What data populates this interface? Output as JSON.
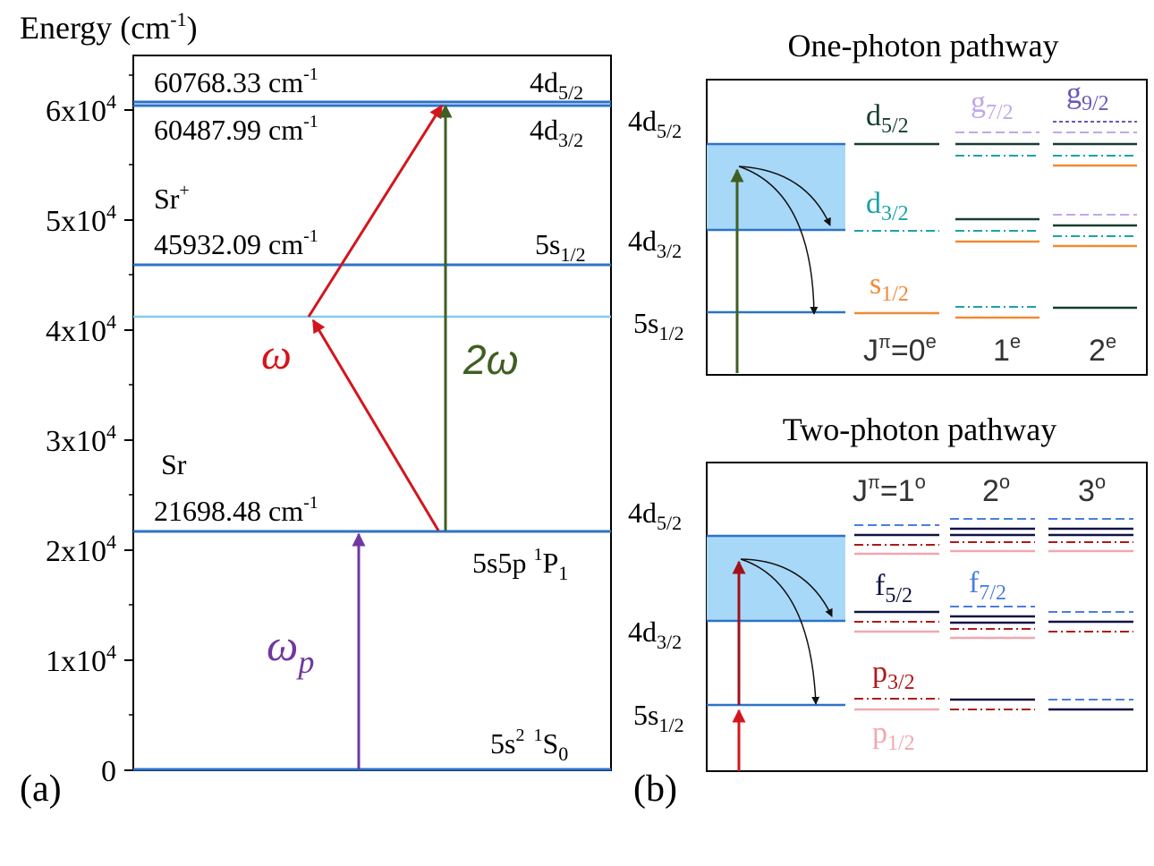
{
  "panel_a": {
    "axis_title": "Energy (cm",
    "axis_title_sup": "-1",
    "axis_title_close": ")",
    "tick_labels": [
      {
        "base": "0",
        "exp": ""
      },
      {
        "base": "1x10",
        "exp": "4"
      },
      {
        "base": "2x10",
        "exp": "4"
      },
      {
        "base": "3x10",
        "exp": "4"
      },
      {
        "base": "4x10",
        "exp": "4"
      },
      {
        "base": "5x10",
        "exp": "4"
      },
      {
        "base": "6x10",
        "exp": "4"
      }
    ],
    "label": "(a)",
    "levels": {
      "ion_4d52_value": "60768.33 cm",
      "ion_4d52_unit_sup": "-1",
      "ion_4d52_state": "4d",
      "ion_4d52_state_sub": "5/2",
      "ion_4d32_value": "60487.99 cm",
      "ion_4d32_unit_sup": "-1",
      "ion_4d32_state": "4d",
      "ion_4d32_state_sub": "3/2",
      "ion_label": "Sr",
      "ion_label_sup": "+",
      "ion_5s_value": "45932.09 cm",
      "ion_5s_unit_sup": "-1",
      "ion_5s_state": "5s",
      "ion_5s_state_sub": "1/2",
      "atom_label": "Sr",
      "atom_5p_value": "21698.48 cm",
      "atom_5p_unit_sup": "-1",
      "atom_5p_state": "5s5p ",
      "atom_5p_state_sup": "1",
      "atom_5p_state_main": "P",
      "atom_5p_state_sub": "1",
      "ground_state": "5s",
      "ground_state_sup": "2",
      "ground_state_sup2": "1",
      "ground_state_main": "S",
      "ground_state_sub": "0"
    },
    "photons": {
      "omega": "ω",
      "two_omega": "2ω",
      "omega_p": "ω",
      "omega_p_sub": "p"
    },
    "colors": {
      "level": "#2d73c9",
      "virtual_level": "#87c8ec",
      "omega_arrow": "#d4151c",
      "two_omega_arrow": "#3f5f22",
      "omega_p_arrow": "#7038a0"
    }
  },
  "panel_b": {
    "label": "(b)",
    "one_photon": {
      "title": "One-photon pathway",
      "left_4d52": "4d",
      "left_4d52_sub": "5/2",
      "left_4d32": "4d",
      "left_4d32_sub": "3/2",
      "left_5s": "5s",
      "left_5s_sub": "1/2",
      "d52": "d",
      "d52_sub": "5/2",
      "g72": "g",
      "g72_sub": "7/2",
      "g92": "g",
      "g92_sub": "9/2",
      "d32": "d",
      "d32_sub": "3/2",
      "s12": "s",
      "s12_sub": "1/2",
      "j0": "J",
      "j0_sup": "π",
      "j0_rest": "=0",
      "j0_parity": "e",
      "j1": "1",
      "j1_parity": "e",
      "j2": "2",
      "j2_parity": "e"
    },
    "two_photon": {
      "title": "Two-photon pathway",
      "left_4d52": "4d",
      "left_4d52_sub": "5/2",
      "left_4d32": "4d",
      "left_4d32_sub": "3/2",
      "left_5s": "5s",
      "left_5s_sub": "1/2",
      "j1": "J",
      "j1_sup": "π",
      "j1_rest": "=1",
      "j1_parity": "o",
      "j2": "2",
      "j2_parity": "o",
      "j3": "3",
      "j3_parity": "o",
      "f52": "f",
      "f52_sub": "5/2",
      "f72": "f",
      "f72_sub": "7/2",
      "p32": "p",
      "p32_sub": "3/2",
      "p12": "p",
      "p12_sub": "1/2"
    },
    "colors": {
      "continuum_fill": "#a8d8f8",
      "d52": "#153d2e",
      "d32": "#1aa3a8",
      "s12": "#f08a36",
      "g72": "#c0a8e8",
      "g92": "#6a58b8",
      "f52": "#101244",
      "f72": "#4a7ee0",
      "p32": "#b01818",
      "p12": "#f0a8b0"
    }
  }
}
